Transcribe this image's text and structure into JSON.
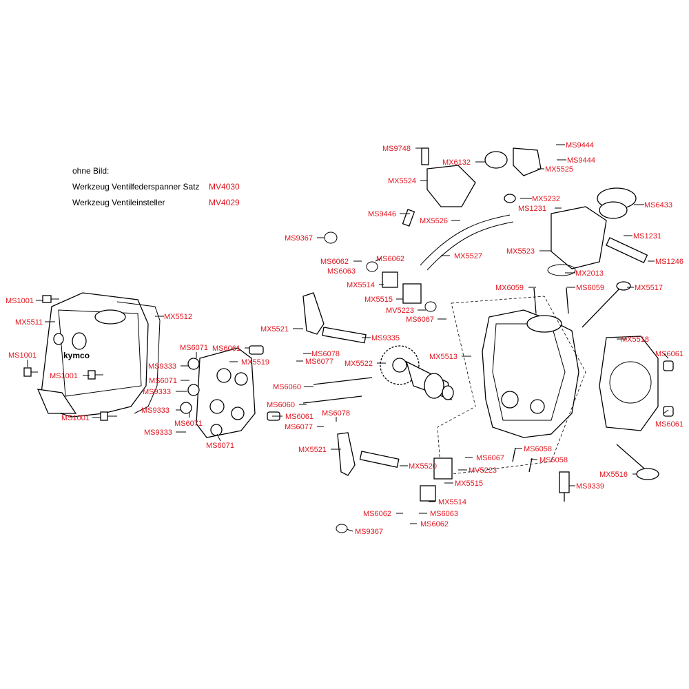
{
  "notes": {
    "heading": "ohne Bild:",
    "items": [
      {
        "name": "Werkzeug Ventilfederspanner Satz",
        "code": "MV4030"
      },
      {
        "name": "Werkzeug Ventileinsteller",
        "code": "MV4029"
      }
    ]
  },
  "callouts": [
    "MS9748",
    "MX6132",
    "MS9444",
    "MS9444",
    "MX5525",
    "MX5524",
    "MX5232",
    "MS1231",
    "MS6433",
    "MS9446",
    "MX5526",
    "MS9367",
    "MX5523",
    "MS1231",
    "MS6062",
    "MS6062",
    "MX5527",
    "MS1246",
    "MS6063",
    "MX2013",
    "MX5514",
    "MX6059",
    "MS6059",
    "MX5517",
    "MX5515",
    "MV5223",
    "MS6067",
    "MS1001",
    "MX5512",
    "MX5511",
    "MX5521",
    "MS9335",
    "MX5518",
    "MS6071",
    "MS6061",
    "MX5513",
    "MS9333",
    "MS6078",
    "MS6061",
    "MS1001",
    "MX5519",
    "MS6077",
    "MX5522",
    "MS1001",
    "MS6071",
    "MS9333",
    "MS6060",
    "MS9333",
    "MS6060",
    "MS6061",
    "MS1001",
    "MS6071",
    "MS6078",
    "MS9333",
    "MS6077",
    "MS6061",
    "MS6071",
    "MX5521",
    "MS6058",
    "MS6067",
    "MS6058",
    "MX5520",
    "MV5223",
    "MX5515",
    "MX5516",
    "MS9339",
    "MX5514",
    "MS6062",
    "MS6063",
    "MS6062",
    "MS9367"
  ]
}
